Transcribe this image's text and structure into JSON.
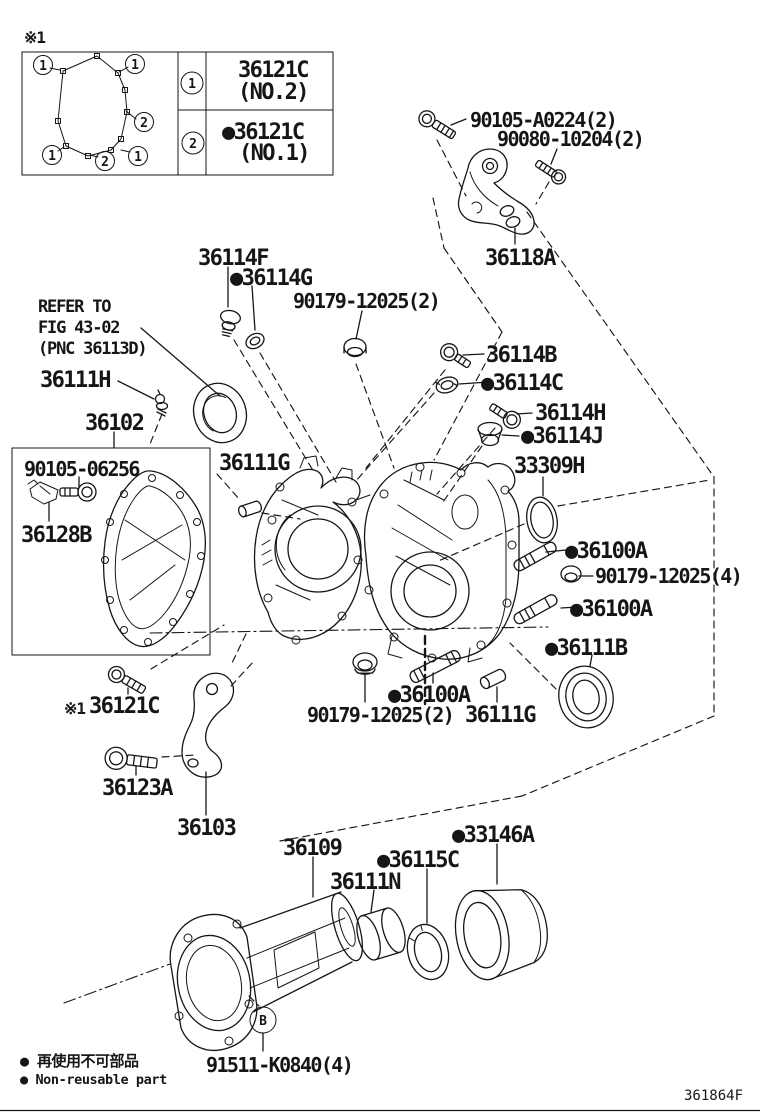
{
  "doc": {
    "note_top": "※1",
    "fig_code": "361864F",
    "footnote_jp": "● 再使用不可部品",
    "footnote_en": "● Non-reusable part"
  },
  "legend": {
    "row1": {
      "num": "1",
      "part": "36121C",
      "sub": "(NO.2)"
    },
    "row2": {
      "num": "2",
      "part": "●36121C",
      "sub": "(NO.1)"
    },
    "gasket_markers": [
      "1",
      "1",
      "2",
      "1",
      "2",
      "1"
    ]
  },
  "labels": {
    "a1": "90105-A0224(2)",
    "a2": "90080-10204(2)",
    "a3": "36118A",
    "a4": "36114F",
    "a5": "●36114G",
    "a6": "90179-12025(2)",
    "a7": "REFER TO",
    "a8": "FIG 43-02",
    "a9": "(PNC 36113D)",
    "a10": "36111H",
    "a11": "36102",
    "a12": "36114B",
    "a13": "●36114C",
    "a14": "36114H",
    "a15": "●36114J",
    "a16": "33309H",
    "a17": "36111G",
    "a18": "90105-06256",
    "a19": "36128B",
    "a20": "●36100A",
    "a21": "90179-12025(4)",
    "a22": "●36100A",
    "a23": "●36111B",
    "a24": "●36100A",
    "a25": "90179-12025(2)",
    "a26": "36111G",
    "a27": "※1",
    "a28": "36121C",
    "a29": "36123A",
    "a30": "36103",
    "a31": "36109",
    "a32": "●36115C",
    "a33": "36111N",
    "a34": "●33146A",
    "a35": "91511-K0840(4)",
    "b_marker": "B"
  }
}
